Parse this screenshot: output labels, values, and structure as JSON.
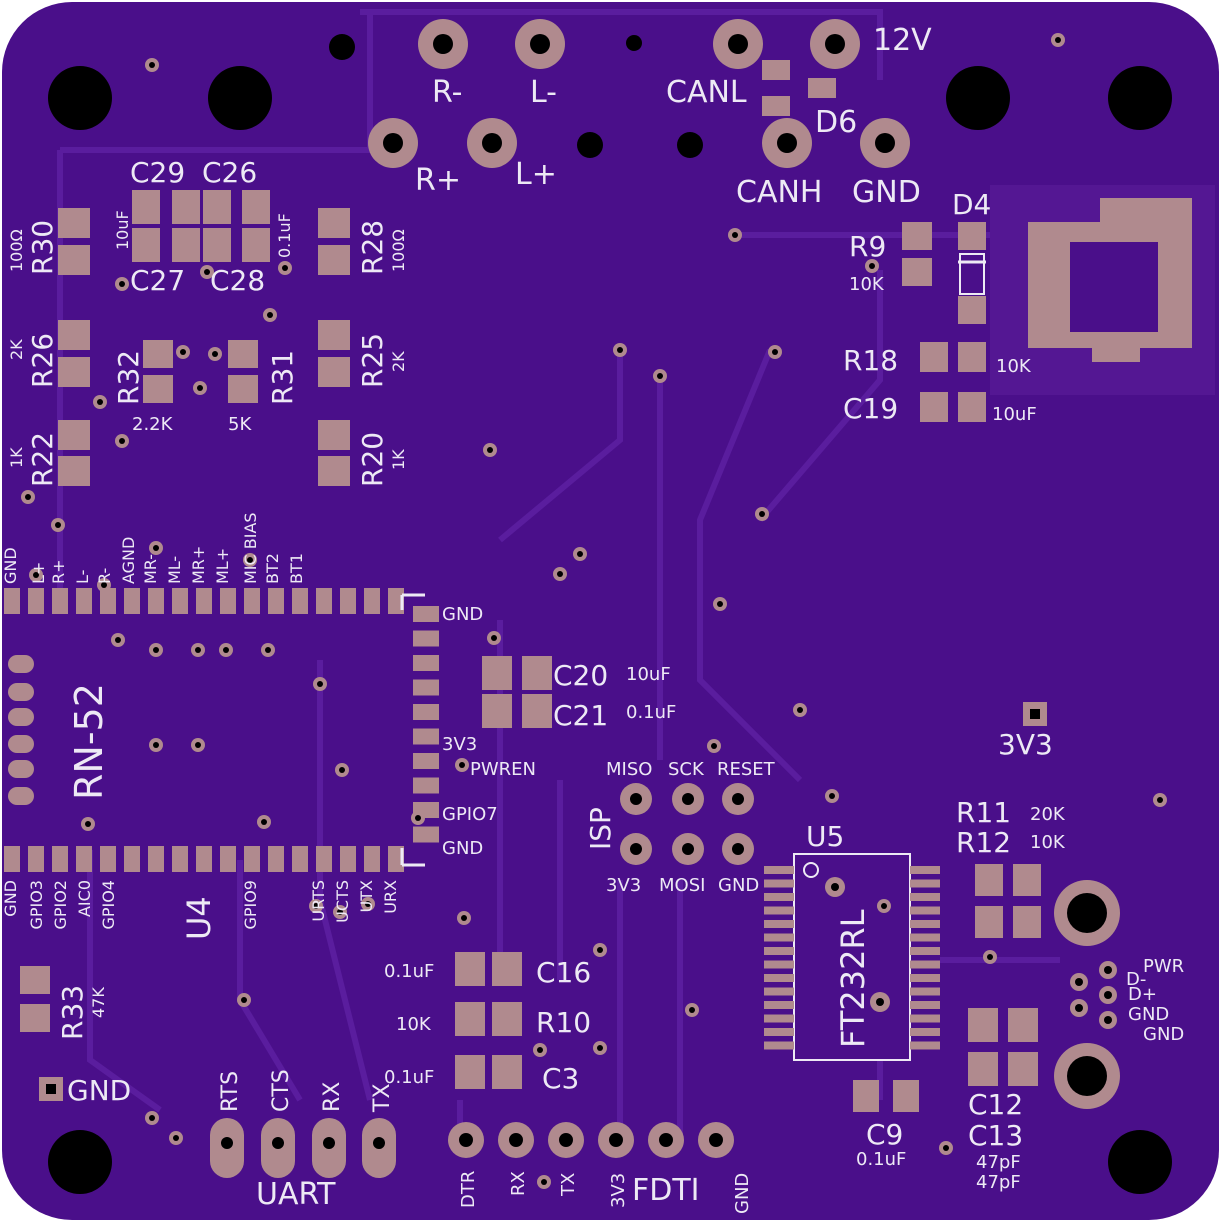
{
  "colors": {
    "board": "#4a0f8a",
    "board_light": "#561a99",
    "copper": "#b08a8e",
    "silk": "#ede9f5",
    "hole": "#000000"
  },
  "connectors": {
    "top": [
      "R-",
      "L-",
      "CANL",
      "12V",
      "R+",
      "L+",
      "CANH",
      "GND",
      "D6"
    ],
    "uart": {
      "title": "UART",
      "pins": [
        "RTS",
        "CTS",
        "RX",
        "TX"
      ]
    },
    "fdti": {
      "title": "FDTI",
      "pins": [
        "DTR",
        "RX",
        "TX",
        "3V3",
        "GND"
      ]
    },
    "isp": {
      "title": "ISP",
      "top_pins": [
        "MISO",
        "SCK",
        "RESET"
      ],
      "bottom_pins": [
        "3V3",
        "MOSI",
        "GND"
      ]
    },
    "gnd_pad": "GND",
    "test_3v3": "3V3"
  },
  "module": {
    "ref": "U4",
    "name": "RN-52",
    "top_pins": [
      "GND",
      "L+",
      "R+",
      "L-",
      "R-",
      "AGND",
      "MR-",
      "ML-",
      "MR+",
      "ML+",
      "MIC BIAS",
      "BT2",
      "BT1"
    ],
    "right_pins": [
      "GND",
      "3V3",
      "PWREN",
      "GPIO7",
      "GND"
    ],
    "bottom_pins": [
      "GND",
      "GPIO3",
      "GPIO2",
      "AIC0",
      "GPIO4",
      "GPIO9",
      "URTS",
      "UCTS",
      "UTX",
      "URX"
    ]
  },
  "ic": {
    "ref": "U5",
    "name": "FT232RL"
  },
  "components": {
    "c29": "C29",
    "c26": "C26",
    "c27": "C27",
    "c28": "C28",
    "c29_val": "10uF",
    "c26_val": "0.1uF",
    "r30": "R30",
    "r30_val": "100Ω",
    "r28": "R28",
    "r28_val": "100Ω",
    "r26": "R26",
    "r26_val": "2K",
    "r25": "R25",
    "r25_val": "2K",
    "r32": "R32",
    "r32_val": "2.2K",
    "r31": "R31",
    "r31_val": "5K",
    "r22": "R22",
    "r22_val": "1K",
    "r20": "R20",
    "r20_val": "1K",
    "r9": "R9",
    "r9_val": "10K",
    "d4": "D4",
    "r18": "R18",
    "r18_val": "10K",
    "c19": "C19",
    "c19_val": "10uF",
    "c20": "C20",
    "c20_val": "10uF",
    "c21": "C21",
    "c21_val": "0.1uF",
    "c16": "C16",
    "c16_val": "0.1uF",
    "r10": "R10",
    "r10_val": "10K",
    "c3": "C3",
    "c3_val": "0.1uF",
    "r33": "R33",
    "r33_val": "47K",
    "r11": "R11",
    "r11_val": "20K",
    "r12": "R12",
    "r12_val": "10K",
    "c9": "C9",
    "c9_val": "0.1uF",
    "c12": "C12",
    "c13": "C13",
    "c12_val": "47pF",
    "c13_val": "47pF"
  },
  "usb": {
    "labels": [
      "PWR",
      "D-",
      "D+",
      "GND",
      "GND"
    ]
  }
}
